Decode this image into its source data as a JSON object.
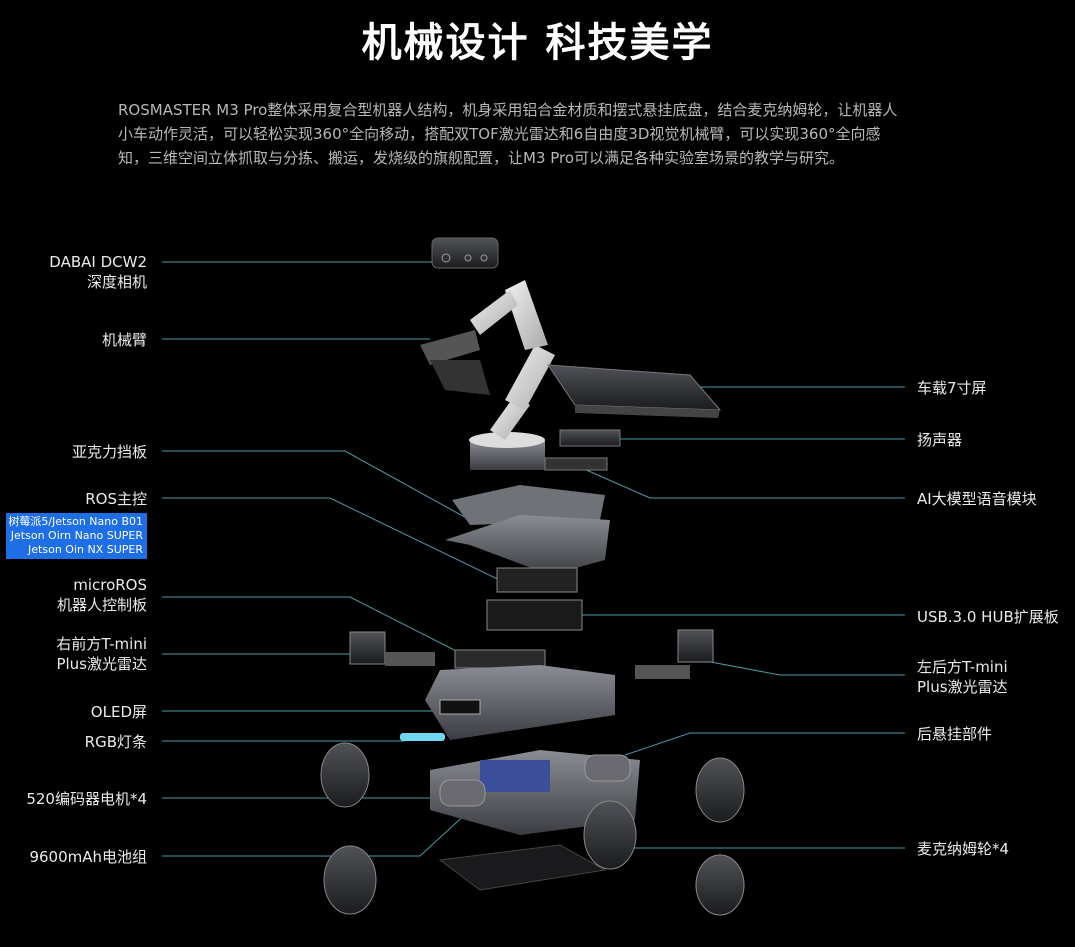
{
  "title": "机械设计 科技美学",
  "description": "ROSMASTER M3 Pro整体采用复合型机器人结构，机身采用铝合金材质和摆式悬挂底盘，结合麦克纳姆轮，让机器人小车动作灵活，可以轻松实现360°全向移动，搭配双TOF激光雷达和6自由度3D视觉机械臂，可以实现360°全向感知，三维空间立体抓取与分拣、搬运，发烧级的旗舰配置，让M3 Pro可以满足各种实验室场景的教学与研究。",
  "left_labels": {
    "camera": [
      "DABAI DCW2",
      "深度相机"
    ],
    "arm": "机械臂",
    "acrylic": "亚克力挡板",
    "ros_main": "ROS主控",
    "ros_options": [
      "树莓派5/Jetson Nano B01",
      "Jetson Oirn Nano SUPER",
      "Jetson Oin NX SUPER"
    ],
    "microros": [
      "microROS",
      "机器人控制板"
    ],
    "front_lidar": [
      "右前方T-mini",
      "Plus激光雷达"
    ],
    "oled": "OLED屏",
    "rgb": "RGB灯条",
    "motor": "520编码器电机*4",
    "battery": "9600mAh电池组"
  },
  "right_labels": {
    "screen": "车载7寸屏",
    "speaker": "扬声器",
    "ai_module": "AI大模型语音模块",
    "usb_hub": "USB.3.0 HUB扩展板",
    "rear_lidar": [
      "左后方T-mini",
      "Plus激光雷达"
    ],
    "rear_suspension": "后悬挂部件",
    "mecanum": "麦克纳姆轮*4"
  },
  "colors": {
    "background": "#000000",
    "leader_line": "#4a9aa6",
    "highlight": "#1e6ee8"
  }
}
